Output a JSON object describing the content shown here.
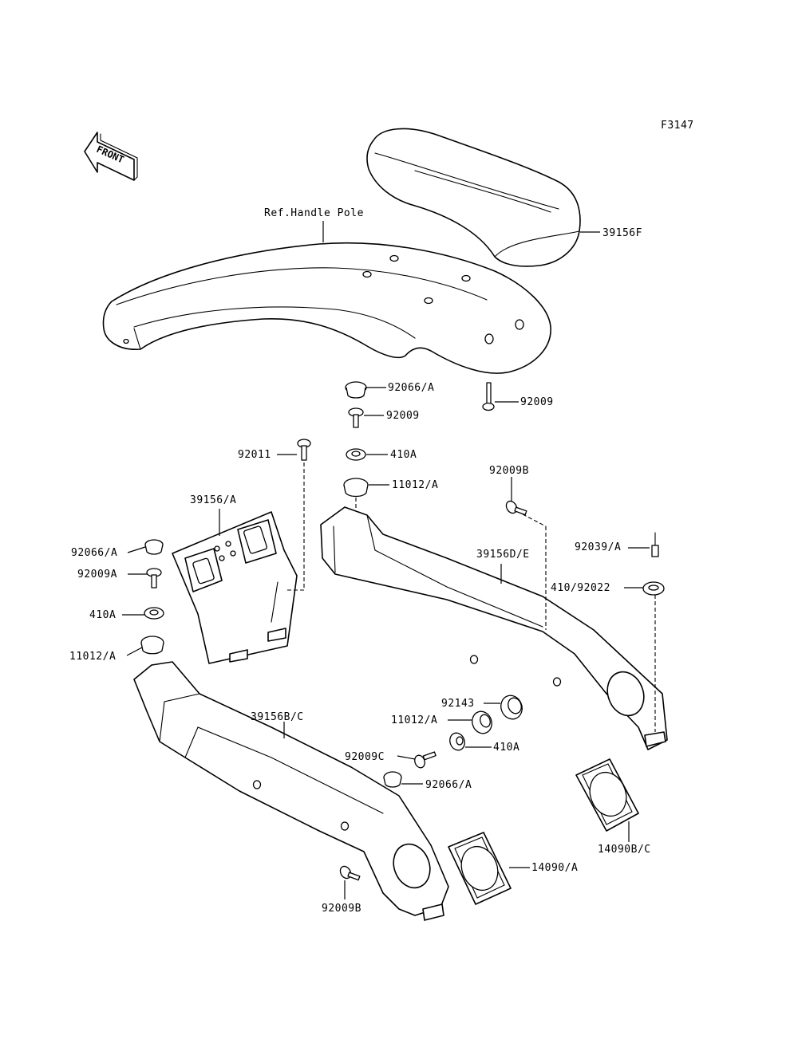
{
  "figure_code": "F3147",
  "front_arrow_label": "FRONT",
  "callouts": {
    "ref_handle_pole": "Ref.Handle Pole",
    "p39156F": "39156F",
    "p92066A_top": "92066/A",
    "p92009_right": "92009",
    "p92009_mid": "92009",
    "p92011": "92011",
    "p410A_mid": "410A",
    "p11012A_mid": "11012/A",
    "p39156A": "39156/A",
    "p92009B_top": "92009B",
    "p92066A_left": "92066/A",
    "p92009A": "92009A",
    "p410A_left": "410A",
    "p11012A_left": "11012/A",
    "p39156DE": "39156D/E",
    "p92039A": "92039/A",
    "p410_92022": "410/92022",
    "p92143": "92143",
    "p11012A_low": "11012/A",
    "p410A_low": "410A",
    "p39156BC": "39156B/C",
    "p92009C": "92009C",
    "p92066A_low": "92066/A",
    "p14090BC": "14090B/C",
    "p14090A": "14090/A",
    "p92009B_low": "92009B"
  }
}
